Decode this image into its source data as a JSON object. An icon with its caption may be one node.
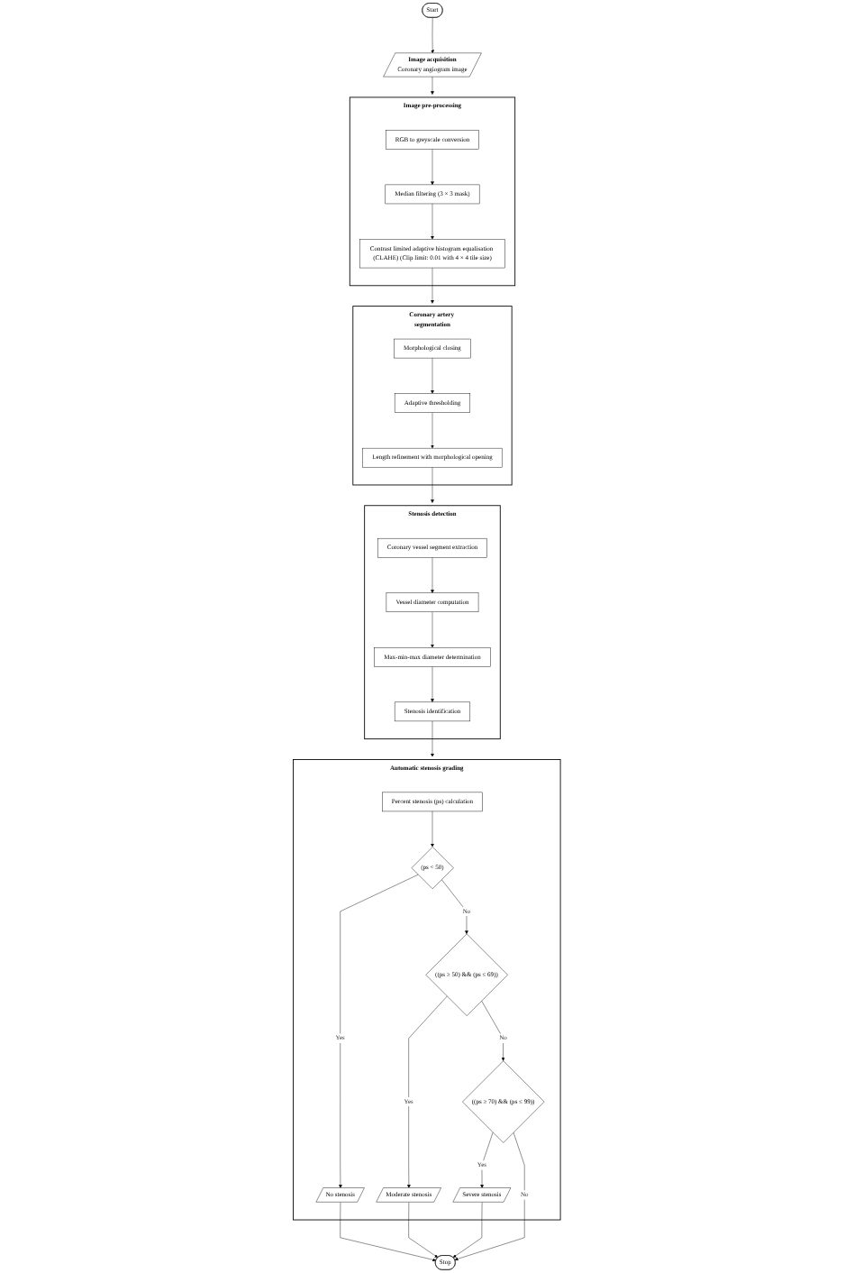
{
  "diagram": {
    "nodes": [
      {
        "text": [
          "Start"
        ]
      },
      {
        "text": [
          "Image acquisition",
          "Coronary angiogram image"
        ]
      },
      {
        "text": [
          "Image pre-processing"
        ]
      },
      {
        "text": [
          "RGB to greyscale conversion"
        ],
        "in": 2
      },
      {
        "text": [
          "Median filtering (3 × 3 mask)"
        ],
        "in": 2
      },
      {
        "text": [
          "Contrast limited adaptive histogram equalisation (CLAHE) (Clip limit: 0.01 with 4 × 4 tile size)"
        ],
        "in": 2
      },
      {
        "text": [
          "Coronary artery segmentation"
        ]
      },
      {
        "text": [
          "Morphological closing"
        ],
        "in": 6
      },
      {
        "text": [
          "Adaptive thresholding"
        ],
        "in": 6
      },
      {
        "text": [
          "Length refinement with morphological opening"
        ],
        "in": 6
      },
      {
        "text": [
          "Stenosis detection"
        ]
      },
      {
        "text": [
          "Coronary vessel segment extraction"
        ],
        "in": 10
      },
      {
        "text": [
          "Vessel diameter computation"
        ],
        "in": 10
      },
      {
        "text": [
          "Max-min-max diameter determination"
        ],
        "in": 10
      },
      {
        "text": [
          "Stenosis identification"
        ],
        "in": 10
      },
      {
        "text": [
          "Automatic stenosis grading"
        ]
      },
      {
        "text": [
          "Percent stenosis (ps) calculation"
        ],
        "in": 15
      },
      {
        "text": [
          "(ps < 50)"
        ],
        "in": 15
      },
      {
        "text": [
          "No stenosis"
        ],
        "in": 15
      },
      {
        "text": [
          "((ps ≥ 50) && (ps ≤ 69))"
        ],
        "in": 15
      },
      {
        "text": [
          "Moderate stenosis"
        ],
        "in": 15
      },
      {
        "text": [
          "((ps ≥ 70) && (ps ≤ 99))"
        ],
        "in": 15
      },
      {
        "text": [
          "Severe stenosis"
        ],
        "in": 15
      },
      {
        "text": [
          "Stop"
        ]
      }
    ],
    "edges": [
      {
        "from": 0,
        "to": 1,
        "arrow": "to"
      },
      {
        "from": 1,
        "to": 2,
        "arrow": "to"
      },
      {
        "from": 3,
        "to": 4,
        "arrow": "to"
      },
      {
        "from": 4,
        "to": 5,
        "arrow": "to"
      },
      {
        "from": 5,
        "to": 6,
        "arrow": "to"
      },
      {
        "from": 7,
        "to": 8,
        "arrow": "to"
      },
      {
        "from": 8,
        "to": 9,
        "arrow": "to"
      },
      {
        "from": 9,
        "to": 10,
        "arrow": "to"
      },
      {
        "from": 11,
        "to": 12,
        "arrow": "to"
      },
      {
        "from": 12,
        "to": 13,
        "arrow": "to"
      },
      {
        "from": 13,
        "to": 14,
        "arrow": "to"
      },
      {
        "from": 14,
        "to": 15,
        "arrow": "to"
      },
      {
        "from": 16,
        "to": 17,
        "arrow": "to"
      },
      {
        "from": 17,
        "to": 18,
        "arrow": "to",
        "label": "Yes"
      },
      {
        "from": 17,
        "to": 19,
        "arrow": "to",
        "label": "No"
      },
      {
        "from": 19,
        "to": 20,
        "arrow": "to",
        "label": "Yes"
      },
      {
        "from": 19,
        "to": 21,
        "arrow": "to",
        "label": "No"
      },
      {
        "from": 21,
        "to": 22,
        "arrow": "to",
        "label": "Yes"
      },
      {
        "from": 21,
        "to": 23,
        "arrow": "to",
        "label": "No"
      },
      {
        "from": 18,
        "to": 23,
        "arrow": "to"
      },
      {
        "from": 20,
        "to": 23,
        "arrow": "to"
      },
      {
        "from": 22,
        "to": 23,
        "arrow": "to"
      }
    ]
  }
}
